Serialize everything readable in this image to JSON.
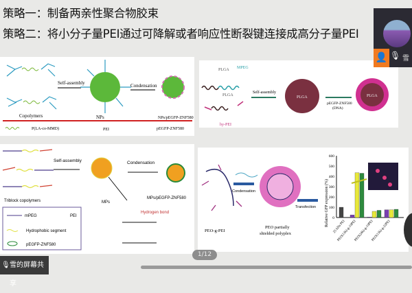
{
  "slide": {
    "line1": "策略一：制备两亲性聚合物胶束",
    "line2": "策略二：将小分子量PEI通过可降解或者响应性断裂键连接成高分子量PEI",
    "page_indicator": "1/12"
  },
  "panel1": {
    "self_assembly": "Self-assembly",
    "condensation": "Condensation",
    "copolymers": "Copolymers",
    "nps": "NPs",
    "nps_complex": "NPs/pEGFP-ZNF580",
    "legend_plla": "P(LA-co-MMD)",
    "legend_pei": "PEI",
    "legend_dna": "pEGFP-ZNF580"
  },
  "panel2": {
    "plga1": "PLGA",
    "mpeg": "MPEG",
    "plga2": "PLGA",
    "hypei": "hy-PEI",
    "self_assembly": "Self-assembly",
    "core": "PLGA",
    "core2": "PLGA",
    "dna_label": "pEGFP-ZNF580",
    "dna_sub": "(DNA)"
  },
  "panel3": {
    "self_assembly": "Self-assembly",
    "condensation": "Condensation",
    "triblock": "Triblock copolymers",
    "mps": "MPs",
    "mps_complex": "MPs/pEGFP-ZNF580",
    "legend_mpeg": "mPEG",
    "legend_pei": "PEI",
    "legend_hydro": "Hydrophobic segment",
    "legend_dna": "pEGFP-ZNF580",
    "hbond": "Hydrogen bond"
  },
  "panel4": {
    "peo_g_pei": "PEO-g-PEI",
    "condensation": "Condensation",
    "transfection": "Transfection",
    "polyplex1": "PEO partially",
    "polyplex2": "shielded polyplex"
  },
  "chart_data": {
    "type": "bar",
    "ylabel": "Relative GFP expression (%)",
    "ylim": [
      0,
      600
    ],
    "yticks": [
      "0",
      "100",
      "200",
      "300",
      "400",
      "500",
      "600"
    ],
    "categories": [
      "25 kDa PEI",
      "PEO(13k)-g-10PEI",
      "PEO(24k)-g-10PEI",
      "PEO(13k)-g-22PEI"
    ],
    "groups": [
      [
        100
      ],
      [
        25,
        435,
        430
      ],
      [
        5,
        60,
        70
      ],
      [
        75,
        75,
        80
      ]
    ],
    "colors": [
      "#444444",
      "#7a3fb0",
      "#e8e83a",
      "#2e8b3e"
    ]
  },
  "share": {
    "label": "雪的屏幕共享"
  }
}
